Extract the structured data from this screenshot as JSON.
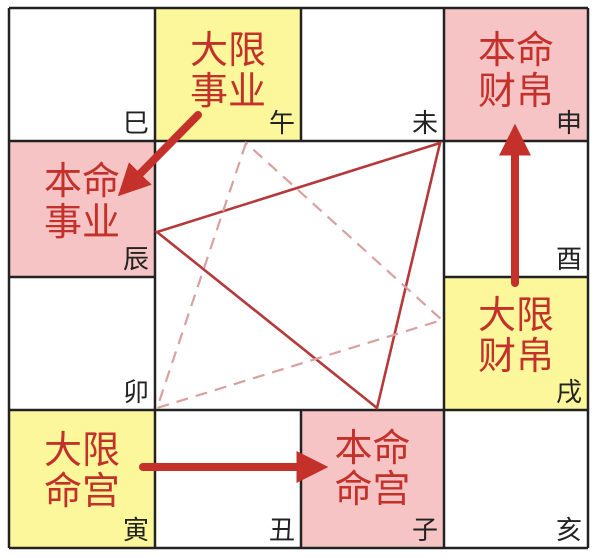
{
  "colors": {
    "yellow": "#fcf79a",
    "pink": "#f6c4c4",
    "white": "#ffffff",
    "text_red": "#c4312b",
    "line_red": "#b5393b",
    "dash_red": "#d9a0a0",
    "arrow_red": "#c4312b",
    "border": "#222222"
  },
  "cells": [
    {
      "id": "si",
      "branch": "巳",
      "fill": "white"
    },
    {
      "id": "wu",
      "branch": "午",
      "fill": "yellow",
      "label": [
        "大限",
        "事业"
      ]
    },
    {
      "id": "wei",
      "branch": "未",
      "fill": "white"
    },
    {
      "id": "shen",
      "branch": "申",
      "fill": "pink",
      "label": [
        "本命",
        "财帛"
      ]
    },
    {
      "id": "chen",
      "branch": "辰",
      "fill": "pink",
      "label": [
        "本命",
        "事业"
      ]
    },
    {
      "id": "you",
      "branch": "酉",
      "fill": "white"
    },
    {
      "id": "mao",
      "branch": "卯",
      "fill": "white"
    },
    {
      "id": "xu",
      "branch": "戌",
      "fill": "yellow",
      "label": [
        "大限",
        "财帛"
      ]
    },
    {
      "id": "yin",
      "branch": "寅",
      "fill": "yellow",
      "label": [
        "大限",
        "命宫"
      ]
    },
    {
      "id": "chou",
      "branch": "丑",
      "fill": "white"
    },
    {
      "id": "zi",
      "branch": "子",
      "fill": "pink",
      "label": [
        "本命",
        "命宫"
      ]
    },
    {
      "id": "hai",
      "branch": "亥",
      "fill": "white"
    }
  ],
  "arrows": [
    {
      "from": "wu",
      "to": "chen"
    },
    {
      "from": "xu",
      "to": "shen"
    },
    {
      "from": "yin",
      "to": "zi"
    }
  ],
  "triangles": [
    {
      "style": "solid",
      "vertices": [
        "wei",
        "chen",
        "zi"
      ]
    },
    {
      "style": "dashed",
      "vertices": [
        "wu",
        "mao",
        "xu"
      ]
    }
  ]
}
